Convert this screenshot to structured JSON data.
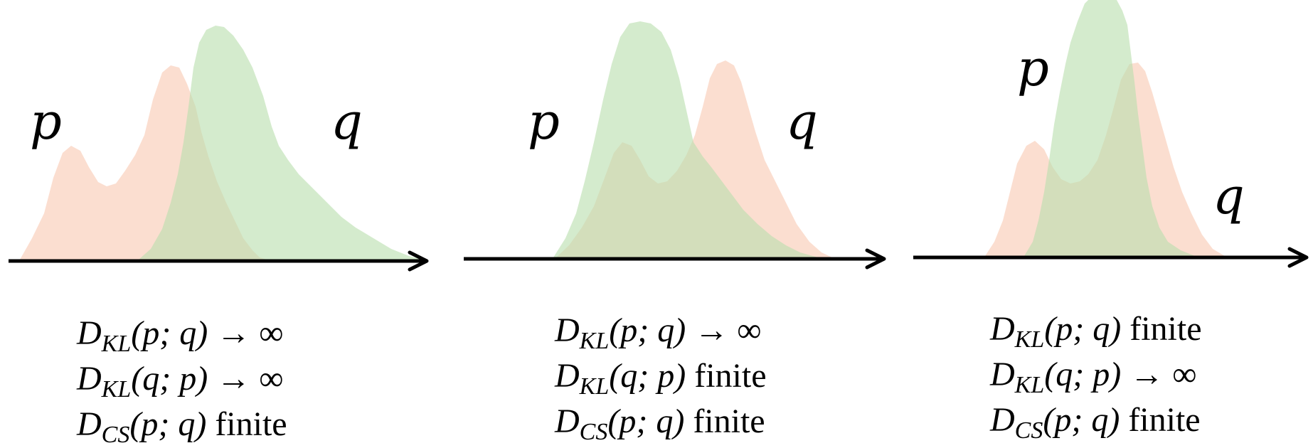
{
  "panels": [
    {
      "p_label": "p",
      "q_label": "q",
      "lines": [
        {
          "D": "D",
          "sub": "KL",
          "args": "(p; q)",
          "result": "→ ∞"
        },
        {
          "D": "D",
          "sub": "KL",
          "args": "(q; p)",
          "result": "→ ∞"
        },
        {
          "D": "D",
          "sub": "CS",
          "args": "(p; q)",
          "result": "finite"
        }
      ]
    },
    {
      "p_label": "p",
      "q_label": "q",
      "lines": [
        {
          "D": "D",
          "sub": "KL",
          "args": "(p; q)",
          "result": "→ ∞"
        },
        {
          "D": "D",
          "sub": "KL",
          "args": "(q; p)",
          "result": "finite"
        },
        {
          "D": "D",
          "sub": "CS",
          "args": "(p; q)",
          "result": "finite"
        }
      ]
    },
    {
      "p_label": "p",
      "q_label": "q",
      "lines": [
        {
          "D": "D",
          "sub": "KL",
          "args": "(p; q)",
          "result": "finite"
        },
        {
          "D": "D",
          "sub": "KL",
          "args": "(q; p)",
          "result": "→ ∞"
        },
        {
          "D": "D",
          "sub": "CS",
          "args": "(p; q)",
          "result": "finite"
        }
      ]
    }
  ],
  "colors": {
    "p_fill": "#f9d3c0",
    "q_fill": "#b9dfae",
    "axis": "#000000"
  }
}
